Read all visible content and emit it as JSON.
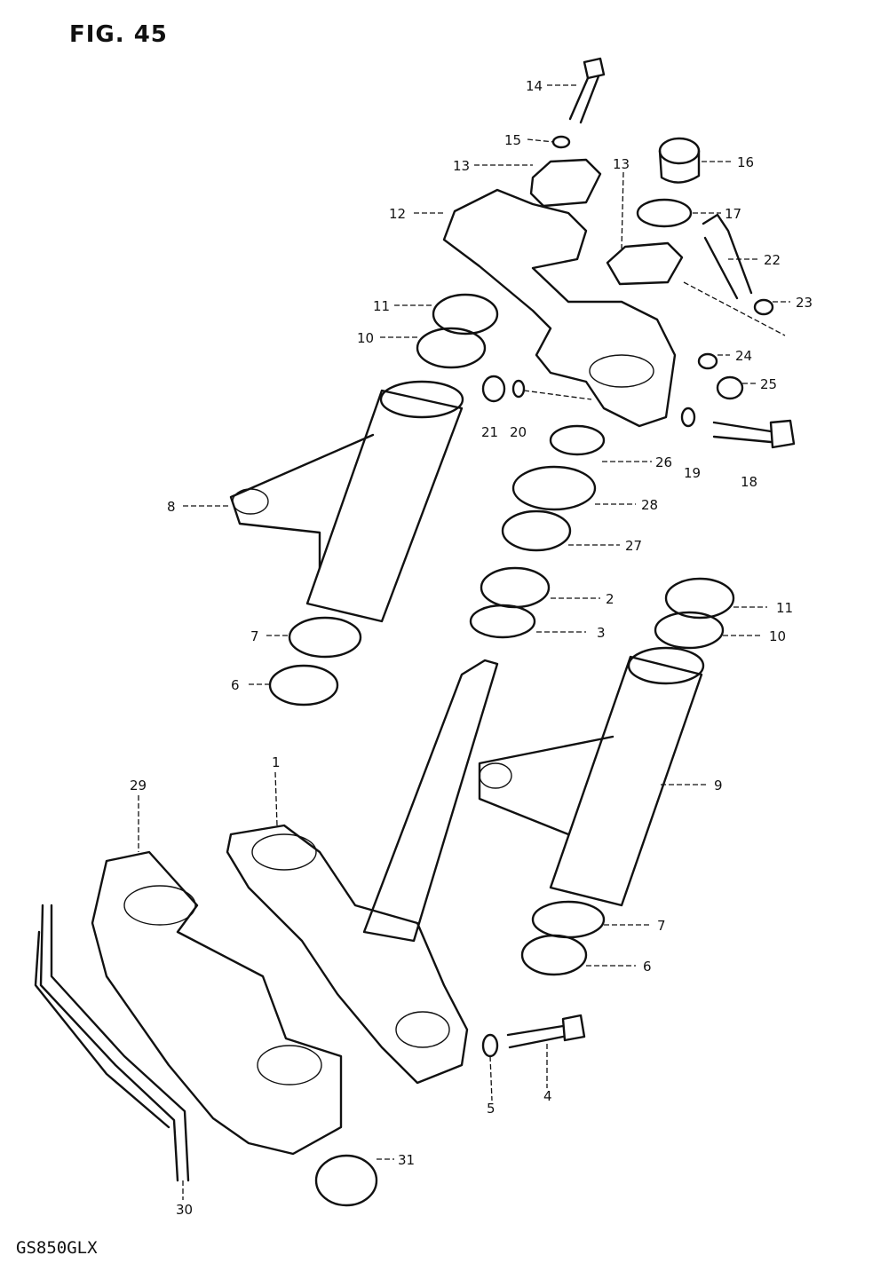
{
  "figure": {
    "title": "FIG. 45",
    "model_code": "GS850GLX"
  },
  "callouts": [
    {
      "id": "c14",
      "label": "14"
    },
    {
      "id": "c15",
      "label": "15"
    },
    {
      "id": "c13a",
      "label": "13"
    },
    {
      "id": "c13b",
      "label": "13"
    },
    {
      "id": "c16",
      "label": "16"
    },
    {
      "id": "c17",
      "label": "17"
    },
    {
      "id": "c12",
      "label": "12"
    },
    {
      "id": "c22",
      "label": "22"
    },
    {
      "id": "c23",
      "label": "23"
    },
    {
      "id": "c11a",
      "label": "11"
    },
    {
      "id": "c10a",
      "label": "10"
    },
    {
      "id": "c24",
      "label": "24"
    },
    {
      "id": "c25",
      "label": "25"
    },
    {
      "id": "c21",
      "label": "21"
    },
    {
      "id": "c20",
      "label": "20"
    },
    {
      "id": "c19",
      "label": "19"
    },
    {
      "id": "c18",
      "label": "18"
    },
    {
      "id": "c26",
      "label": "26"
    },
    {
      "id": "c8",
      "label": "8"
    },
    {
      "id": "c28",
      "label": "28"
    },
    {
      "id": "c27",
      "label": "27"
    },
    {
      "id": "c2",
      "label": "2"
    },
    {
      "id": "c3",
      "label": "3"
    },
    {
      "id": "c11b",
      "label": "11"
    },
    {
      "id": "c10b",
      "label": "10"
    },
    {
      "id": "c7a",
      "label": "7"
    },
    {
      "id": "c6a",
      "label": "6"
    },
    {
      "id": "c9",
      "label": "9"
    },
    {
      "id": "c29",
      "label": "29"
    },
    {
      "id": "c1",
      "label": "1"
    },
    {
      "id": "c7b",
      "label": "7"
    },
    {
      "id": "c6b",
      "label": "6"
    },
    {
      "id": "c4",
      "label": "4"
    },
    {
      "id": "c5",
      "label": "5"
    },
    {
      "id": "c31",
      "label": "31"
    },
    {
      "id": "c30",
      "label": "30"
    }
  ]
}
